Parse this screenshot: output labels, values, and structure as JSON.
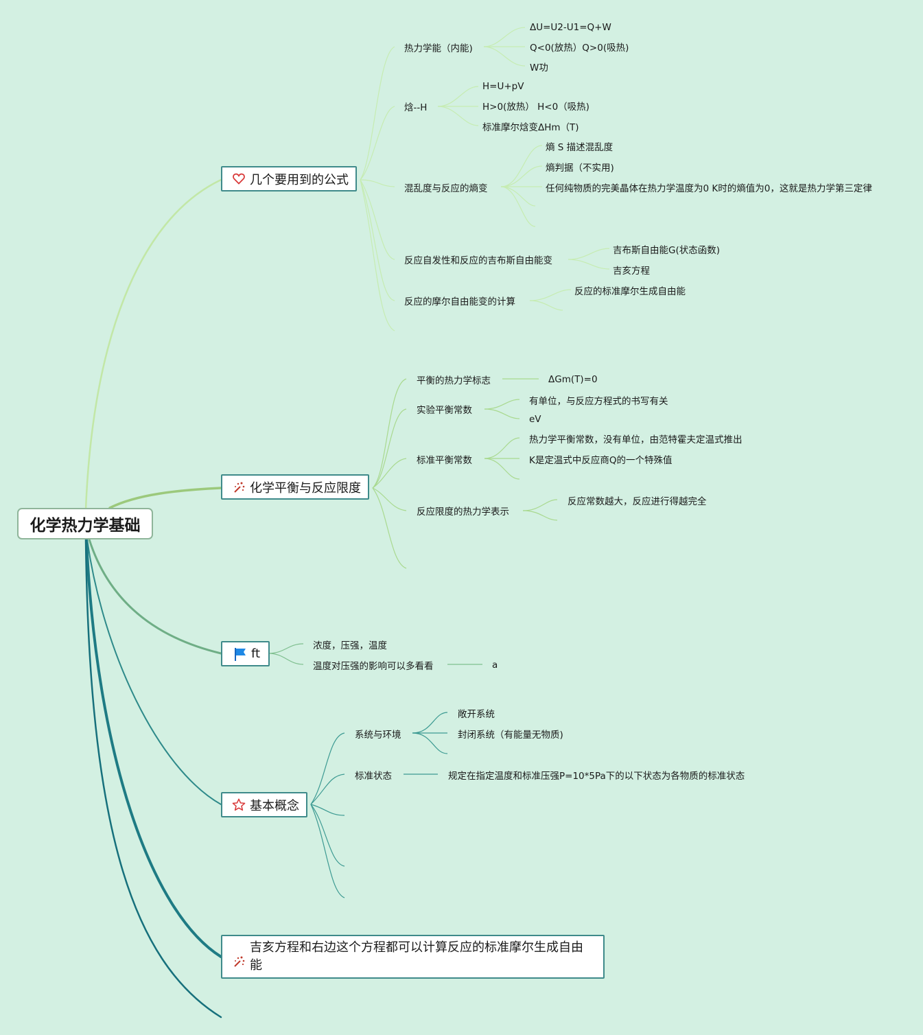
{
  "root": "化学热力学基础",
  "icons": {
    "b1": "heart-icon",
    "b2": "sparkle-icon",
    "b3": "flag-icon",
    "b4": "star-icon",
    "b5": "sparkle-icon"
  },
  "colors": {
    "background": "#d3f0e2",
    "branch_border": "#3e8a8a",
    "link_light": "#b7e2a0",
    "link_teal": "#1e7b84"
  },
  "b1": {
    "label": "几个要用到的公式",
    "c1": {
      "label": "热力学能（内能)",
      "items": [
        "ΔU=U2-U1=Q+W",
        "Q<0(放热）Q>0(吸热)",
        "W功"
      ]
    },
    "c2": {
      "label": "焓--H",
      "items": [
        "H=U+pV",
        "H>0(放热） H<0（吸热)",
        "标准摩尔焓变ΔHm（T)"
      ]
    },
    "c3": {
      "label": "混乱度与反应的熵变",
      "items": [
        "熵 S 描述混乱度",
        "熵判据（不实用)",
        "任何纯物质的完美晶体在热力学温度为0 K时的熵值为0，这就是热力学第三定律"
      ]
    },
    "c4": {
      "label": "反应自发性和反应的吉布斯自由能变",
      "items": [
        "吉布斯自由能G(状态函数)",
        "吉亥方程"
      ]
    },
    "c5": {
      "label": "反应的摩尔自由能变的计算",
      "items": [
        "反应的标准摩尔生成自由能"
      ]
    }
  },
  "b2": {
    "label": "化学平衡与反应限度",
    "c1": {
      "label": "平衡的热力学标志",
      "items": [
        "ΔGm(T)=0"
      ]
    },
    "c2": {
      "label": "实验平衡常数",
      "items": [
        "有单位，与反应方程式的书写有关",
        "eV"
      ]
    },
    "c3": {
      "label": "标准平衡常数",
      "items": [
        "热力学平衡常数，没有单位，由范特霍夫定温式推出",
        "K是定温式中反应商Q的一个特殊值"
      ]
    },
    "c4": {
      "label": "反应限度的热力学表示",
      "items": [
        "反应常数越大，反应进行得越完全"
      ]
    }
  },
  "b3": {
    "label": "ft",
    "items": [
      "浓度，压强，温度",
      "温度对压强的影响可以多看看"
    ],
    "sub": "a"
  },
  "b4": {
    "label": "基本概念",
    "c1": {
      "label": "系统与环境",
      "items": [
        "敞开系统",
        "封闭系统（有能量无物质)"
      ]
    },
    "c2": {
      "label": "标准状态",
      "items": [
        "规定在指定温度和标准压强P=10*5Pa下的以下状态为各物质的标准状态"
      ]
    }
  },
  "b5": {
    "label": "吉亥方程和右边这个方程都可以计算反应的标准摩尔生成自由能"
  }
}
